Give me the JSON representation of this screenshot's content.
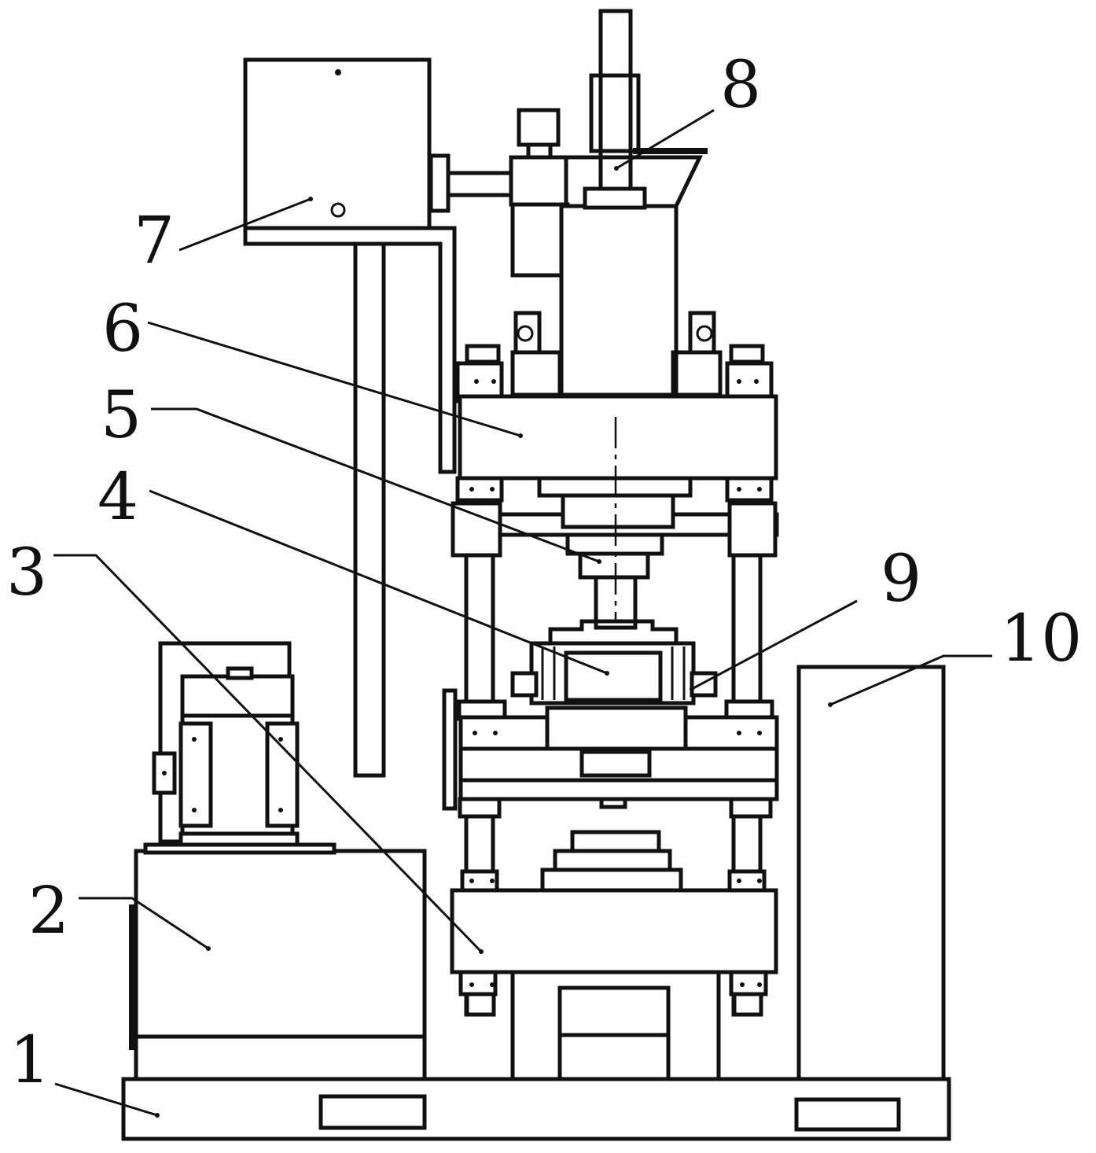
{
  "callouts": [
    {
      "id": "1",
      "text": "1"
    },
    {
      "id": "2",
      "text": "2"
    },
    {
      "id": "3",
      "text": "3"
    },
    {
      "id": "4",
      "text": "4"
    },
    {
      "id": "5",
      "text": "5"
    },
    {
      "id": "6",
      "text": "6"
    },
    {
      "id": "7",
      "text": "7"
    },
    {
      "id": "8",
      "text": "8"
    },
    {
      "id": "9",
      "text": "9"
    },
    {
      "id": "10",
      "text": "10"
    }
  ],
  "colors": {
    "line": "#111111",
    "background": "#ffffff"
  }
}
